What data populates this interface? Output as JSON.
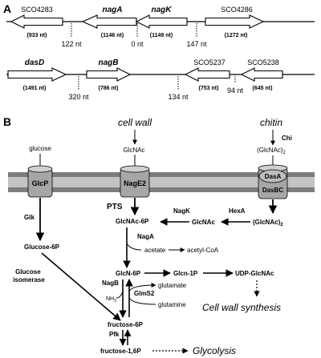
{
  "panel_a": {
    "label": "A",
    "row1": {
      "genes": [
        {
          "name": "SCO4283",
          "length": "(933 nt)"
        },
        {
          "name": "nagA",
          "length": "(1146 nt)"
        },
        {
          "name": "nagK",
          "length": "(1149 nt)"
        },
        {
          "name": "SCO4286",
          "length": "(1272 nt)"
        }
      ],
      "gaps": [
        "122 nt",
        "0 nt",
        "147 nt"
      ]
    },
    "row2": {
      "genes": [
        {
          "name": "dasD",
          "length": "(1491 nt)"
        },
        {
          "name": "nagB",
          "length": "(786 nt)"
        },
        {
          "name": "SCO5237",
          "length": "(753 nt)"
        },
        {
          "name": "SCO5238",
          "length": "(645 nt)"
        }
      ],
      "gaps": [
        "320 nt",
        "134 nt",
        "94 nt"
      ]
    }
  },
  "panel_b": {
    "label": "B",
    "sources": {
      "cell_wall": "cell wall",
      "chitin": "chitin",
      "glucose": "glucose"
    },
    "transporters": {
      "glcp": "GlcP",
      "nage2": "NagE2",
      "dasa": "DasA",
      "dasbc": "DasBC"
    },
    "labels": {
      "glcnac": "GlcNAc",
      "glcnac2_out": "(GlcNAc)",
      "glcnac2_out_sub": "2",
      "chi": "Chi",
      "glk": "Glk",
      "pts": "PTS",
      "glucose_6p": "Glucose-6P",
      "glucose_isomerase_1": "Glucose",
      "glucose_isomerase_2": "isomerase",
      "glcnac_6p": "GlcNAc-6P",
      "nagk": "NagK",
      "glcnac_in": "GlcNAc",
      "hexa": "HexA",
      "glcnac2_in": "(GlcNAc)",
      "glcnac2_in_sub": "2",
      "naga": "NagA",
      "acetate": "acetate",
      "acetyl_coa": "acetyl-CoA",
      "glcn_6p": "GlcN-6P",
      "glcn_1p": "Glcn-1P",
      "udp_glcnac": "UDP-GlcNAc",
      "cell_wall_synthesis": "Cell wall synthesis",
      "nagb": "NagB",
      "nh3": "NH",
      "nh3_sub": "3",
      "glms2": "GlmS2",
      "glutamate": "glutamate",
      "glutamine": "glutamine",
      "fructose_6p": "fructose-6P",
      "pfk": "Pfk",
      "fructose_16p": "fructose-1,6P",
      "glycolysis": "Glycolysis"
    }
  },
  "colors": {
    "arrow_fill": "#ffffff",
    "stroke": "#000000",
    "membrane_light": "#bdbdbd",
    "membrane_dark": "#7d7d7d",
    "transporter_fill": "#a6a6a6",
    "transporter_top": "#cfcfcf"
  }
}
